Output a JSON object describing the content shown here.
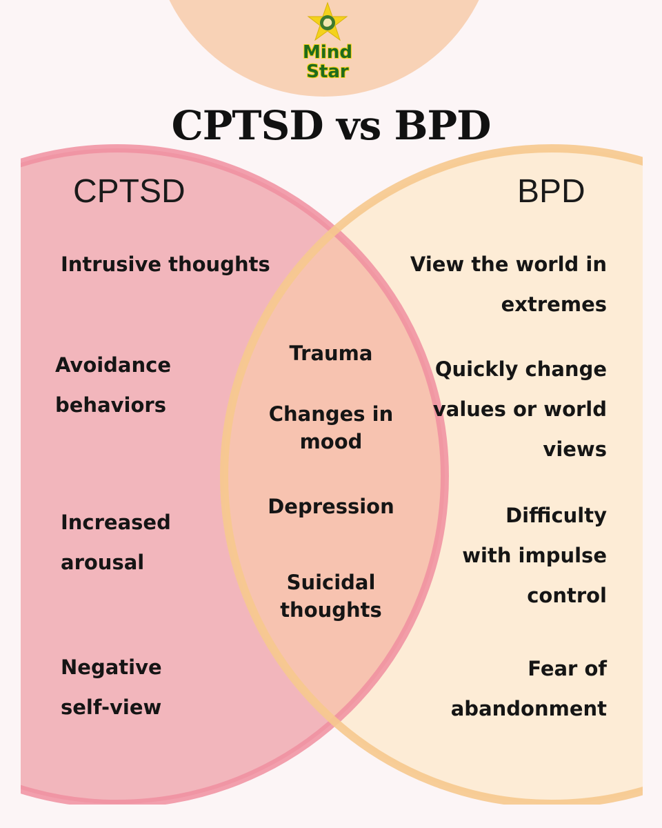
{
  "brand": {
    "line1": "Mind",
    "line2": "Star"
  },
  "title": "CPTSD vs BPD",
  "left": {
    "label": "CPTSD",
    "items": [
      "Intrusive thoughts",
      "Avoidance\nbehaviors",
      "Increased\narousal",
      "Negative\nself-view"
    ]
  },
  "right": {
    "label": "BPD",
    "items": [
      "View the world in\nextremes",
      "Quickly change\nvalues or world\nviews",
      "Difficulty\nwith impulse\ncontrol",
      "Fear of\nabandonment"
    ]
  },
  "overlap": {
    "items": [
      "Trauma",
      "Changes in\nmood",
      "Depression",
      "Suicidal\nthoughts"
    ]
  },
  "colors": {
    "left_fill": "#f2b6bc",
    "left_stroke": "#f08fa0",
    "right_fill": "#fdecd6",
    "right_stroke": "#f6c98e",
    "overlap_fill": "#f7c3b0",
    "background": "#fcf5f6"
  }
}
